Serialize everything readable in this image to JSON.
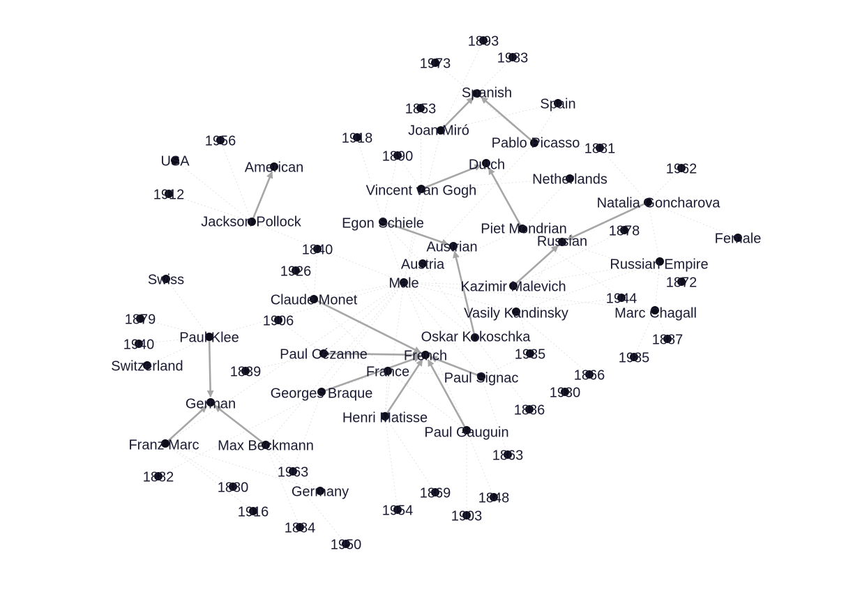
{
  "graph": {
    "nodes": [
      {
        "id": "n1893",
        "label": "1893"
      },
      {
        "id": "n1973",
        "label": "1973"
      },
      {
        "id": "n1983",
        "label": "1983"
      },
      {
        "id": "spanish",
        "label": "Spanish"
      },
      {
        "id": "n1853",
        "label": "1853"
      },
      {
        "id": "spain",
        "label": "Spain"
      },
      {
        "id": "joan_miro",
        "label": "Joan Miró"
      },
      {
        "id": "n1918",
        "label": "1918"
      },
      {
        "id": "pablo_picasso",
        "label": "Pablo Picasso"
      },
      {
        "id": "n1881",
        "label": "1881"
      },
      {
        "id": "n1956",
        "label": "1956"
      },
      {
        "id": "n1890",
        "label": "1890"
      },
      {
        "id": "usa",
        "label": "USA"
      },
      {
        "id": "dutch",
        "label": "Dutch"
      },
      {
        "id": "american",
        "label": "American"
      },
      {
        "id": "n1962",
        "label": "1962"
      },
      {
        "id": "netherlands",
        "label": "Netherlands"
      },
      {
        "id": "vincent_van_gogh",
        "label": "Vincent van Gogh"
      },
      {
        "id": "n1912",
        "label": "1912"
      },
      {
        "id": "natalia_goncharova",
        "label": "Natalia Goncharova"
      },
      {
        "id": "jackson_pollock",
        "label": "Jackson Pollock"
      },
      {
        "id": "egon_schiele",
        "label": "Egon Schiele"
      },
      {
        "id": "piet_mondrian",
        "label": "Piet Mondrian"
      },
      {
        "id": "n1878",
        "label": "1878"
      },
      {
        "id": "female",
        "label": "Female"
      },
      {
        "id": "russian",
        "label": "Russian"
      },
      {
        "id": "austrian",
        "label": "Austrian"
      },
      {
        "id": "n1840",
        "label": "1840"
      },
      {
        "id": "russian_empire",
        "label": "Russian Empire"
      },
      {
        "id": "austria",
        "label": "Austria"
      },
      {
        "id": "n1926",
        "label": "1926"
      },
      {
        "id": "swiss",
        "label": "Swiss"
      },
      {
        "id": "male",
        "label": "Male"
      },
      {
        "id": "n1872",
        "label": "1872"
      },
      {
        "id": "kazimir_malevich",
        "label": "Kazimir Malevich"
      },
      {
        "id": "claude_monet",
        "label": "Claude Monet"
      },
      {
        "id": "n1944",
        "label": "1944"
      },
      {
        "id": "vasily_kandinsky",
        "label": "Vasily Kandinsky"
      },
      {
        "id": "marc_chagall",
        "label": "Marc Chagall"
      },
      {
        "id": "n1879",
        "label": "1879"
      },
      {
        "id": "n1906",
        "label": "1906"
      },
      {
        "id": "paul_klee",
        "label": "Paul Klee"
      },
      {
        "id": "oskar_kokoschka",
        "label": "Oskar Kokoschka"
      },
      {
        "id": "n1887",
        "label": "1887"
      },
      {
        "id": "n1940",
        "label": "1940"
      },
      {
        "id": "paul_cezanne",
        "label": "Paul Cézanne"
      },
      {
        "id": "french",
        "label": "French"
      },
      {
        "id": "n1935",
        "label": "1935"
      },
      {
        "id": "n1985",
        "label": "1985"
      },
      {
        "id": "switzerland",
        "label": "Switzerland"
      },
      {
        "id": "n1839",
        "label": "1839"
      },
      {
        "id": "france",
        "label": "France"
      },
      {
        "id": "n1866",
        "label": "1866"
      },
      {
        "id": "paul_signac",
        "label": "Paul Signac"
      },
      {
        "id": "georges_braque",
        "label": "Georges Braque"
      },
      {
        "id": "n1930",
        "label": "1930"
      },
      {
        "id": "german",
        "label": "German"
      },
      {
        "id": "n1886",
        "label": "1886"
      },
      {
        "id": "henri_matisse",
        "label": "Henri Matisse"
      },
      {
        "id": "paul_gauguin",
        "label": "Paul Gauguin"
      },
      {
        "id": "franz_marc",
        "label": "Franz Marc"
      },
      {
        "id": "max_beckmann",
        "label": "Max Beckmann"
      },
      {
        "id": "n1863",
        "label": "1863"
      },
      {
        "id": "n1963",
        "label": "1963"
      },
      {
        "id": "n1882",
        "label": "1882"
      },
      {
        "id": "n1880",
        "label": "1880"
      },
      {
        "id": "germany",
        "label": "Germany"
      },
      {
        "id": "n1869",
        "label": "1869"
      },
      {
        "id": "n1848",
        "label": "1848"
      },
      {
        "id": "n1954",
        "label": "1954"
      },
      {
        "id": "n1903",
        "label": "1903"
      },
      {
        "id": "n1916",
        "label": "1916"
      },
      {
        "id": "n1884",
        "label": "1884"
      },
      {
        "id": "n1950",
        "label": "1950"
      }
    ],
    "arrows": [
      {
        "from": "joan_miro",
        "to": "spanish"
      },
      {
        "from": "pablo_picasso",
        "to": "spanish"
      },
      {
        "from": "vincent_van_gogh",
        "to": "dutch"
      },
      {
        "from": "piet_mondrian",
        "to": "dutch"
      },
      {
        "from": "jackson_pollock",
        "to": "american"
      },
      {
        "from": "natalia_goncharova",
        "to": "russian"
      },
      {
        "from": "kazimir_malevich",
        "to": "russian"
      },
      {
        "from": "egon_schiele",
        "to": "austrian"
      },
      {
        "from": "oskar_kokoschka",
        "to": "austrian"
      },
      {
        "from": "claude_monet",
        "to": "french"
      },
      {
        "from": "paul_cezanne",
        "to": "french"
      },
      {
        "from": "georges_braque",
        "to": "french"
      },
      {
        "from": "henri_matisse",
        "to": "french"
      },
      {
        "from": "paul_gauguin",
        "to": "french"
      },
      {
        "from": "paul_signac",
        "to": "french"
      },
      {
        "from": "franz_marc",
        "to": "german"
      },
      {
        "from": "max_beckmann",
        "to": "german"
      },
      {
        "from": "paul_klee",
        "to": "german"
      }
    ],
    "links": [
      [
        "joan_miro",
        "n1893"
      ],
      [
        "joan_miro",
        "n1983"
      ],
      [
        "joan_miro",
        "spain"
      ],
      [
        "joan_miro",
        "male"
      ],
      [
        "pablo_picasso",
        "n1881"
      ],
      [
        "pablo_picasso",
        "n1973"
      ],
      [
        "pablo_picasso",
        "spain"
      ],
      [
        "pablo_picasso",
        "male"
      ],
      [
        "vincent_van_gogh",
        "n1853"
      ],
      [
        "vincent_van_gogh",
        "n1890"
      ],
      [
        "vincent_van_gogh",
        "netherlands"
      ],
      [
        "vincent_van_gogh",
        "male"
      ],
      [
        "piet_mondrian",
        "n1872"
      ],
      [
        "piet_mondrian",
        "n1944"
      ],
      [
        "piet_mondrian",
        "netherlands"
      ],
      [
        "piet_mondrian",
        "male"
      ],
      [
        "jackson_pollock",
        "n1912"
      ],
      [
        "jackson_pollock",
        "n1956"
      ],
      [
        "jackson_pollock",
        "usa"
      ],
      [
        "jackson_pollock",
        "male"
      ],
      [
        "natalia_goncharova",
        "n1881"
      ],
      [
        "natalia_goncharova",
        "n1962"
      ],
      [
        "natalia_goncharova",
        "russian_empire"
      ],
      [
        "natalia_goncharova",
        "female"
      ],
      [
        "kazimir_malevich",
        "n1878"
      ],
      [
        "kazimir_malevich",
        "n1935"
      ],
      [
        "kazimir_malevich",
        "russian_empire"
      ],
      [
        "kazimir_malevich",
        "male"
      ],
      [
        "egon_schiele",
        "n1890"
      ],
      [
        "egon_schiele",
        "n1918"
      ],
      [
        "egon_schiele",
        "austria"
      ],
      [
        "egon_schiele",
        "male"
      ],
      [
        "oskar_kokoschka",
        "n1886"
      ],
      [
        "oskar_kokoschka",
        "n1980"
      ],
      [
        "oskar_kokoschka",
        "austria"
      ],
      [
        "oskar_kokoschka",
        "male"
      ],
      [
        "claude_monet",
        "n1840"
      ],
      [
        "claude_monet",
        "n1926"
      ],
      [
        "claude_monet",
        "france"
      ],
      [
        "claude_monet",
        "male"
      ],
      [
        "paul_cezanne",
        "n1839"
      ],
      [
        "paul_cezanne",
        "n1906"
      ],
      [
        "paul_cezanne",
        "france"
      ],
      [
        "paul_cezanne",
        "male"
      ],
      [
        "georges_braque",
        "n1882"
      ],
      [
        "georges_braque",
        "n1963"
      ],
      [
        "georges_braque",
        "france"
      ],
      [
        "georges_braque",
        "male"
      ],
      [
        "henri_matisse",
        "n1869"
      ],
      [
        "henri_matisse",
        "n1954"
      ],
      [
        "henri_matisse",
        "france"
      ],
      [
        "henri_matisse",
        "male"
      ],
      [
        "paul_gauguin",
        "n1848"
      ],
      [
        "paul_gauguin",
        "n1903"
      ],
      [
        "paul_gauguin",
        "france"
      ],
      [
        "paul_gauguin",
        "male"
      ],
      [
        "paul_signac",
        "n1863"
      ],
      [
        "paul_signac",
        "n1935"
      ],
      [
        "paul_signac",
        "france"
      ],
      [
        "paul_signac",
        "male"
      ],
      [
        "vasily_kandinsky",
        "n1866"
      ],
      [
        "vasily_kandinsky",
        "n1944"
      ],
      [
        "vasily_kandinsky",
        "russian_empire"
      ],
      [
        "vasily_kandinsky",
        "russian"
      ],
      [
        "vasily_kandinsky",
        "male"
      ],
      [
        "marc_chagall",
        "n1887"
      ],
      [
        "marc_chagall",
        "n1985"
      ],
      [
        "marc_chagall",
        "russian_empire"
      ],
      [
        "marc_chagall",
        "male"
      ],
      [
        "paul_klee",
        "n1879"
      ],
      [
        "paul_klee",
        "n1940"
      ],
      [
        "paul_klee",
        "switzerland"
      ],
      [
        "paul_klee",
        "swiss"
      ],
      [
        "paul_klee",
        "male"
      ],
      [
        "franz_marc",
        "n1880"
      ],
      [
        "franz_marc",
        "n1916"
      ],
      [
        "franz_marc",
        "germany"
      ],
      [
        "franz_marc",
        "male"
      ],
      [
        "max_beckmann",
        "n1884"
      ],
      [
        "max_beckmann",
        "n1950"
      ],
      [
        "max_beckmann",
        "germany"
      ],
      [
        "max_beckmann",
        "male"
      ]
    ],
    "colors": {
      "node": "#0d0d1a",
      "label": "#1a1a33",
      "arrow": "#a6a6a6",
      "link": "#dcdcdc",
      "background": "#ffffff"
    }
  }
}
